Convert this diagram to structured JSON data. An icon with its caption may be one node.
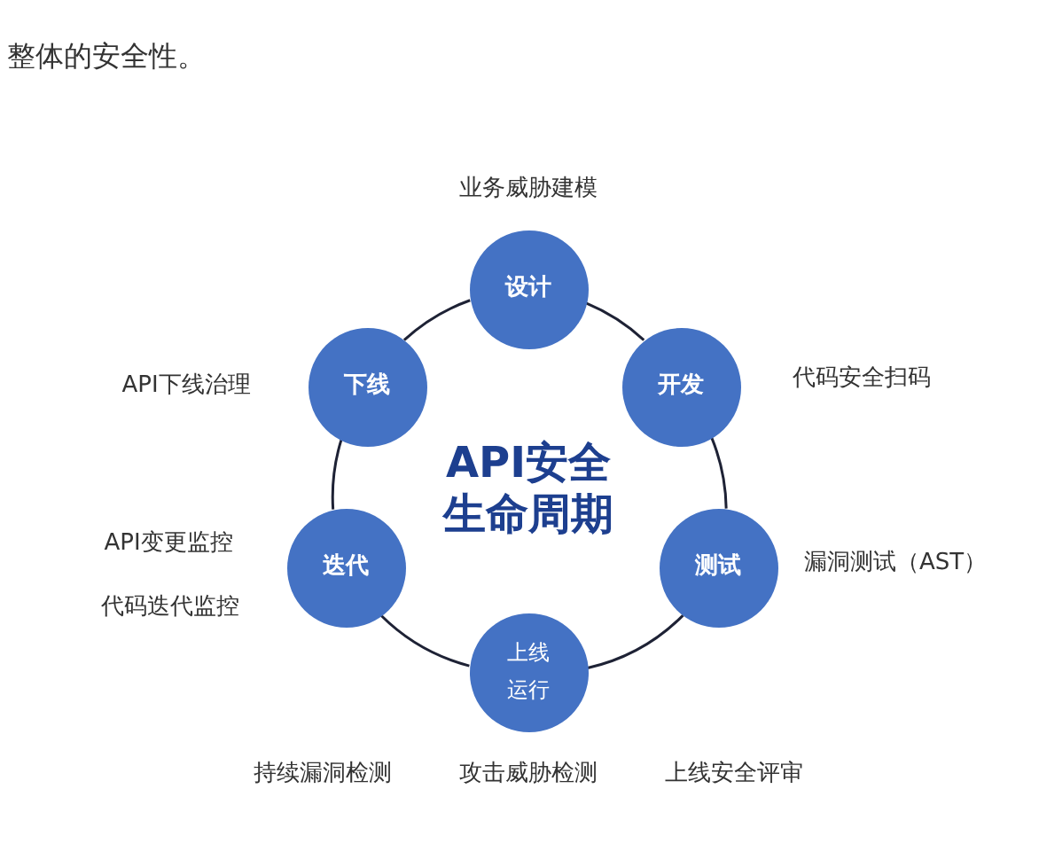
{
  "diagram": {
    "nodes": [
      {
        "text": [
          "设计"
        ],
        "beside": [
          "业务威胁建模"
        ]
      },
      {
        "text": [
          "开发"
        ],
        "beside": [
          "代码安全扫码"
        ]
      },
      {
        "text": [
          "测试"
        ],
        "beside": [
          "漏洞测试（AST）"
        ]
      },
      {
        "text": [
          "上线运行"
        ],
        "beside": [
          "持续漏洞检测",
          "攻击威胁检测",
          "上线安全评审"
        ]
      },
      {
        "text": [
          "迭代"
        ],
        "beside": [
          "API变更监控",
          "代码迭代监控"
        ]
      },
      {
        "text": [
          "下线"
        ],
        "beside": [
          "API下线治理"
        ]
      }
    ],
    "edges": [
      {
        "from": 0,
        "to": 1,
        "arrow": "none"
      },
      {
        "from": 1,
        "to": 2,
        "arrow": "none"
      },
      {
        "from": 2,
        "to": 3,
        "arrow": "none"
      },
      {
        "from": 3,
        "to": 4,
        "arrow": "none"
      },
      {
        "from": 4,
        "to": 5,
        "arrow": "none"
      },
      {
        "from": 5,
        "to": 0,
        "arrow": "none"
      }
    ],
    "labels": [
      "整体的安全性。",
      "API安全生命周期"
    ]
  }
}
